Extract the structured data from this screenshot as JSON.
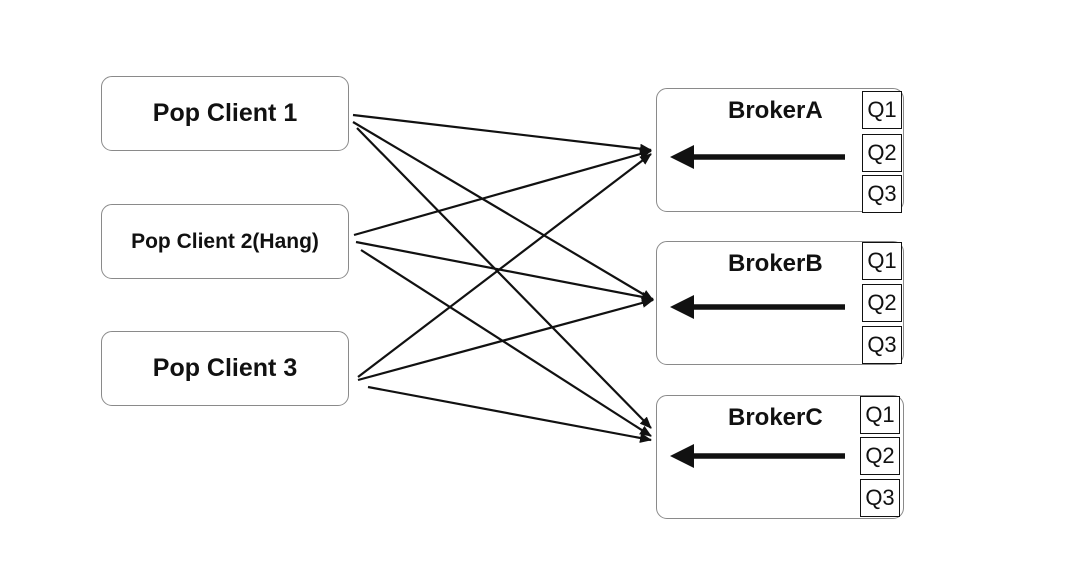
{
  "clients": [
    {
      "id": "c1",
      "label": "Pop Client 1"
    },
    {
      "id": "c2",
      "label": "Pop Client 2(Hang)"
    },
    {
      "id": "c3",
      "label": "Pop Client 3"
    }
  ],
  "brokers": [
    {
      "id": "bA",
      "label": "BrokerA",
      "queues": [
        "Q1",
        "Q2",
        "Q3"
      ]
    },
    {
      "id": "bB",
      "label": "BrokerB",
      "queues": [
        "Q1",
        "Q2",
        "Q3"
      ]
    },
    {
      "id": "bC",
      "label": "BrokerC",
      "queues": [
        "Q1",
        "Q2",
        "Q3"
      ]
    }
  ],
  "edges": [
    {
      "from": "Pop Client 1",
      "to": "BrokerA"
    },
    {
      "from": "Pop Client 1",
      "to": "BrokerB"
    },
    {
      "from": "Pop Client 1",
      "to": "BrokerC"
    },
    {
      "from": "Pop Client 2(Hang)",
      "to": "BrokerA"
    },
    {
      "from": "Pop Client 2(Hang)",
      "to": "BrokerB"
    },
    {
      "from": "Pop Client 2(Hang)",
      "to": "BrokerC"
    },
    {
      "from": "Pop Client 3",
      "to": "BrokerA"
    },
    {
      "from": "Pop Client 3",
      "to": "BrokerB"
    },
    {
      "from": "Pop Client 3",
      "to": "BrokerC"
    }
  ],
  "colors": {
    "box_border": "#8a8a8a",
    "line": "#111111"
  }
}
